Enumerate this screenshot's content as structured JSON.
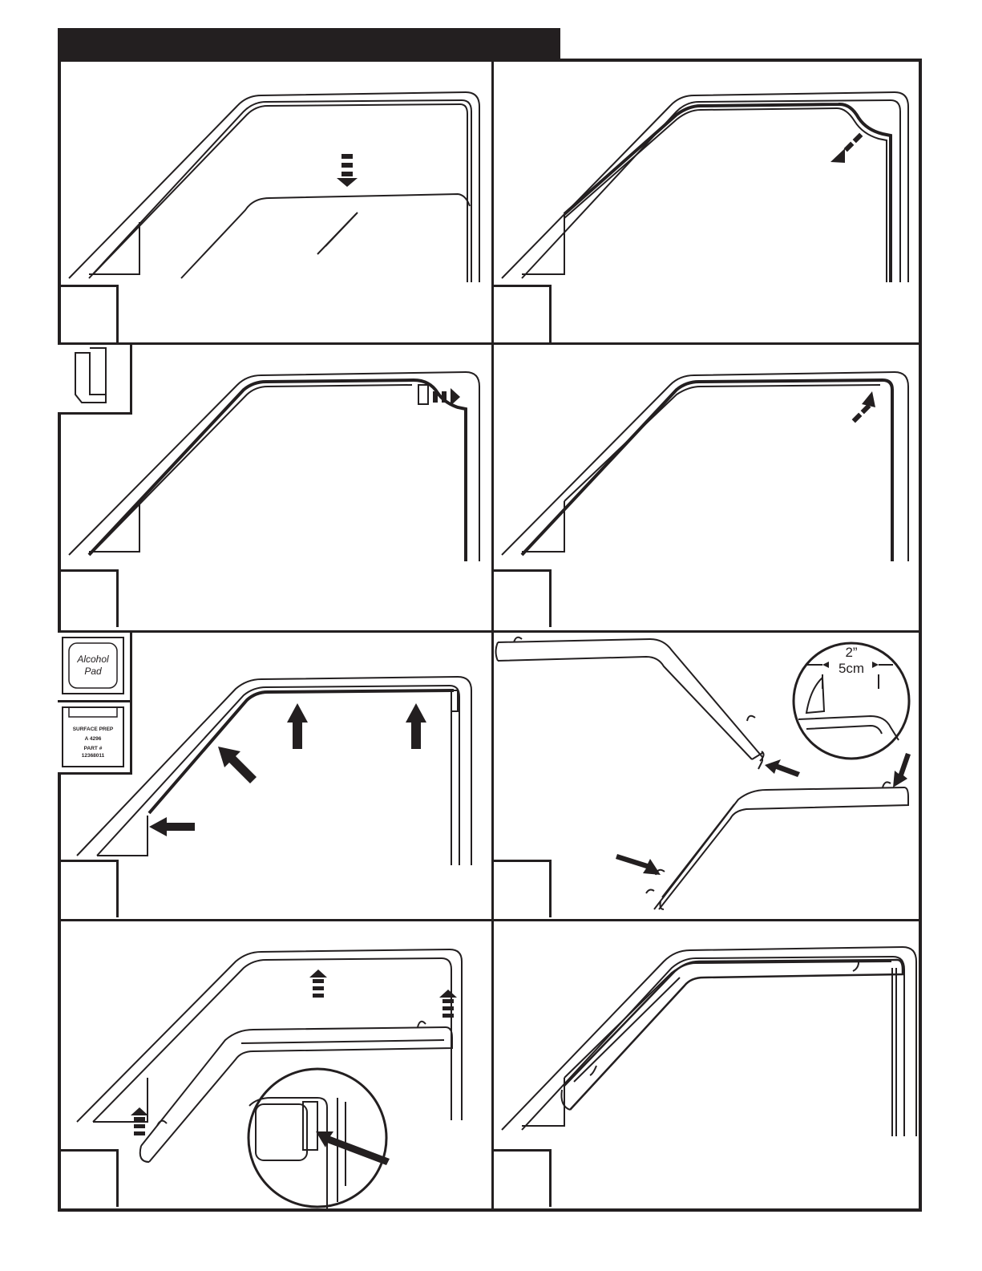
{
  "header": {
    "title": ""
  },
  "steps": [
    {
      "number": ""
    },
    {
      "number": ""
    },
    {
      "number": ""
    },
    {
      "number": ""
    },
    {
      "number": ""
    },
    {
      "number": ""
    },
    {
      "number": ""
    },
    {
      "number": ""
    }
  ],
  "alcohol_pad": {
    "line1": "Alcohol",
    "line2": "Pad"
  },
  "surface_prep": {
    "line1": "SURFACE PREP",
    "line2": "A 4296",
    "line3": "PART #",
    "line4": "12368011"
  },
  "measurement": {
    "inches": "2”",
    "cm": "5cm"
  },
  "colors": {
    "ink": "#231f20",
    "background": "#ffffff"
  }
}
